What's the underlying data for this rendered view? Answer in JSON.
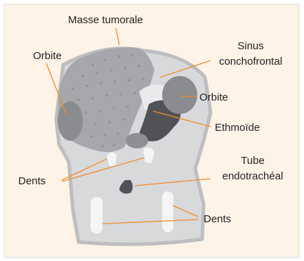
{
  "labels": {
    "masse_tumorale": "Masse tumorale",
    "orbite_gauche": "Orbite",
    "sinus_line1": "Sinus",
    "sinus_line2": "conchofrontal",
    "orbite_droite": "Orbite",
    "ethmoide": "Ethmoïde",
    "dents_haut": "Dents",
    "tube_line1": "Tube",
    "tube_line2": "endotrachéal",
    "dents_bas": "Dents"
  },
  "colors": {
    "panel_background": "#fdf3e7",
    "panel_border": "#dcdcdc",
    "head_outline": "#bdbec0",
    "head_fill": "#d8d9db",
    "tumor_fill": "#a5a7aa",
    "tumor_dots": "#8d8f92",
    "orbit_fill": "#8a8c8f",
    "ethmoid_fill": "#505256",
    "teeth_fill": "#f5f5f5",
    "leader_line": "#f28c28",
    "text": "#231f20"
  }
}
